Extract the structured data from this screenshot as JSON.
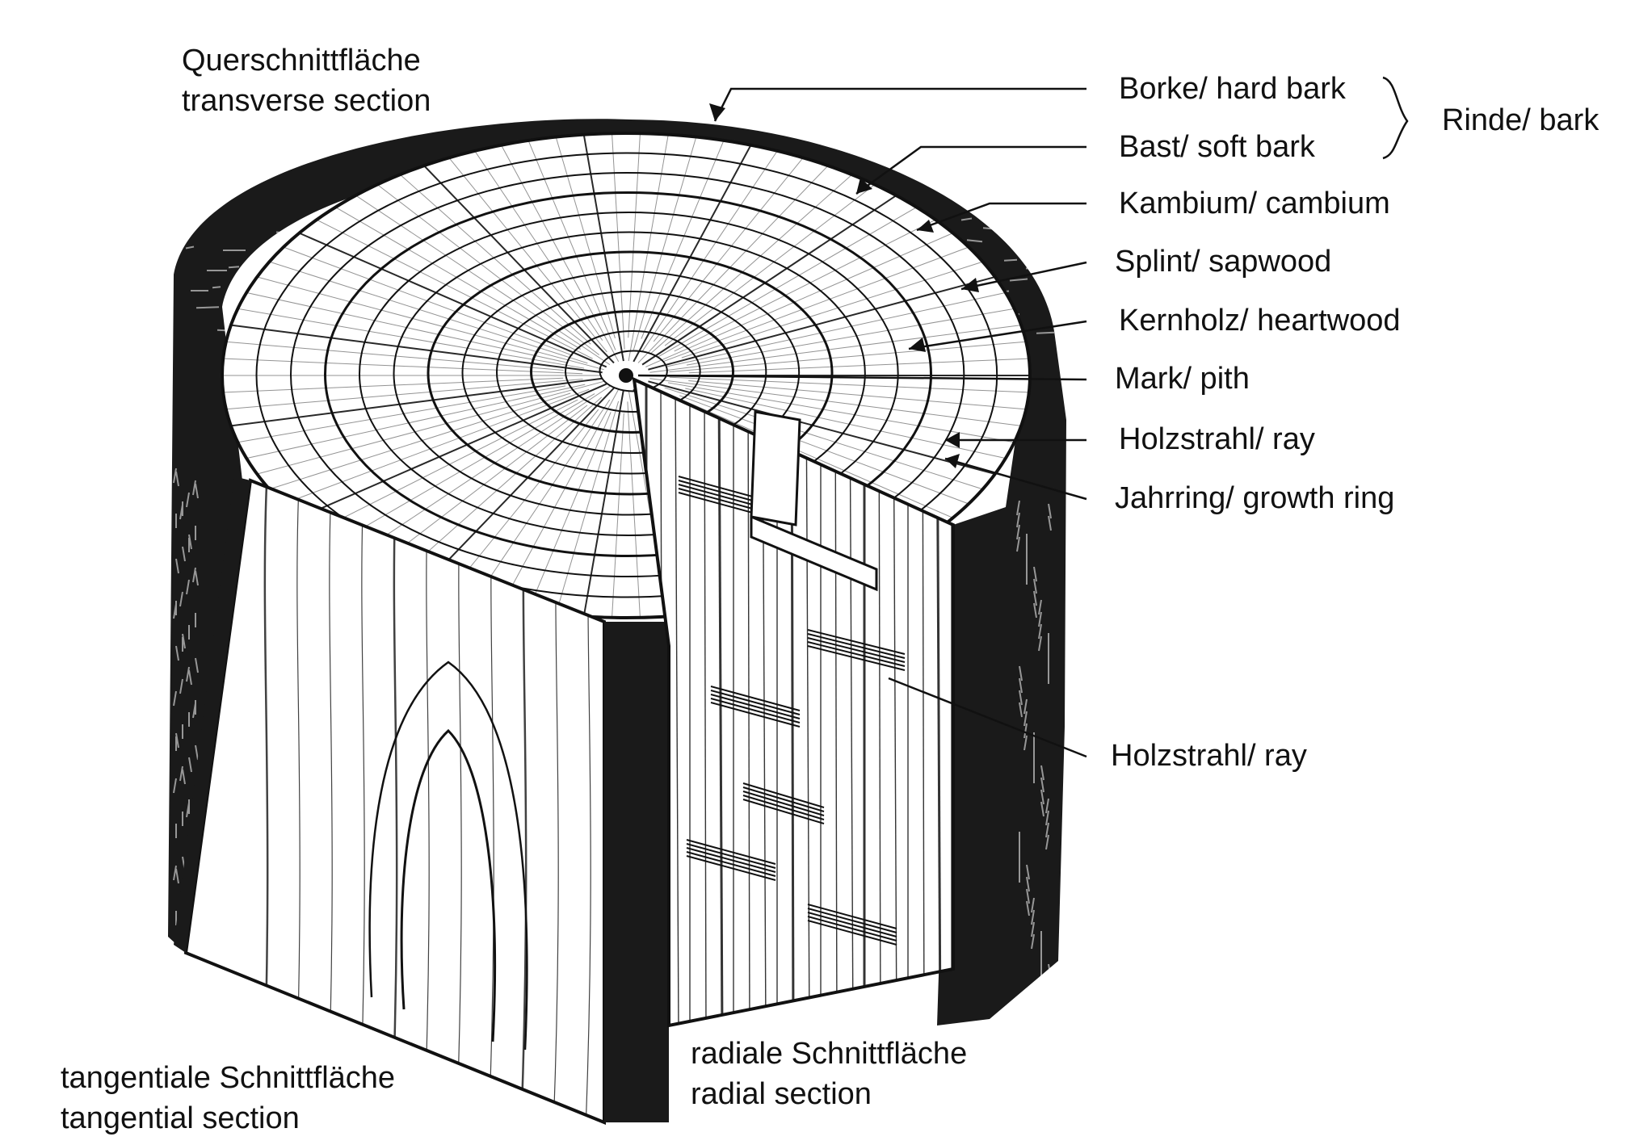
{
  "sections": {
    "transverse": {
      "de": "Querschnittfläche",
      "en": "transverse section"
    },
    "tangential": {
      "de": "tangentiale Schnittfläche",
      "en": "tangential section"
    },
    "radial": {
      "de": "radiale Schnittfläche",
      "en": "radial section"
    }
  },
  "labels": {
    "hard_bark": "Borke/ hard bark",
    "soft_bark": "Bast/ soft bark",
    "bark_group": "Rinde/ bark",
    "cambium": "Kambium/ cambium",
    "sapwood": "Splint/ sapwood",
    "heartwood": "Kernholz/ heartwood",
    "pith": "Mark/ pith",
    "ray_top": "Holzstrahl/ ray",
    "growth_ring": "Jahrring/ growth ring",
    "ray_side": "Holzstrahl/ ray"
  },
  "colors": {
    "ink": "#111111",
    "paper": "#ffffff"
  }
}
